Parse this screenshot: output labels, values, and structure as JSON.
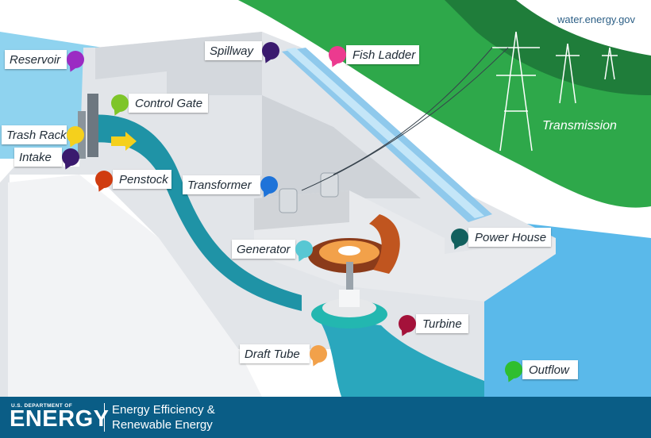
{
  "source_label": "water.energy.gov",
  "transmission_label": "Transmission",
  "callouts": [
    {
      "id": "reservoir",
      "label": "Reservoir",
      "color": "#9b2bc3"
    },
    {
      "id": "control-gate",
      "label": "Control Gate",
      "color": "#7ec529"
    },
    {
      "id": "trash-rack",
      "label": "Trash Rack",
      "color": "#f5d01c"
    },
    {
      "id": "intake",
      "label": "Intake",
      "color": "#3a1a6e"
    },
    {
      "id": "penstock",
      "label": "Penstock",
      "color": "#d03c10"
    },
    {
      "id": "spillway",
      "label": "Spillway",
      "color": "#3a1a6e"
    },
    {
      "id": "fish-ladder",
      "label": "Fish Ladder",
      "color": "#ec3a8f"
    },
    {
      "id": "transformer",
      "label": "Transformer",
      "color": "#1e73d9"
    },
    {
      "id": "generator",
      "label": "Generator",
      "color": "#58c7d3"
    },
    {
      "id": "power-house",
      "label": "Power House",
      "color": "#12605e"
    },
    {
      "id": "turbine",
      "label": "Turbine",
      "color": "#a4123a"
    },
    {
      "id": "draft-tube",
      "label": "Draft Tube",
      "color": "#f2a14a"
    },
    {
      "id": "outflow",
      "label": "Outflow",
      "color": "#2fbe2f"
    }
  ],
  "footer": {
    "agency_small": "U.S. DEPARTMENT OF",
    "agency_big": "ENERGY",
    "office_line1": "Energy Efficiency &",
    "office_line2": "Renewable Energy"
  }
}
